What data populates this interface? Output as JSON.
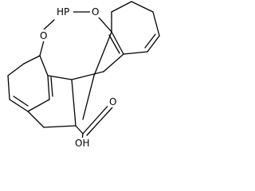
{
  "molecule": {
    "atoms": {
      "hp": "HP",
      "o_left": "O",
      "o_right": "O",
      "o_carbonyl": "O",
      "oh": "OH"
    }
  },
  "colors": {
    "bond": "#000000",
    "background": "#ffffff"
  }
}
